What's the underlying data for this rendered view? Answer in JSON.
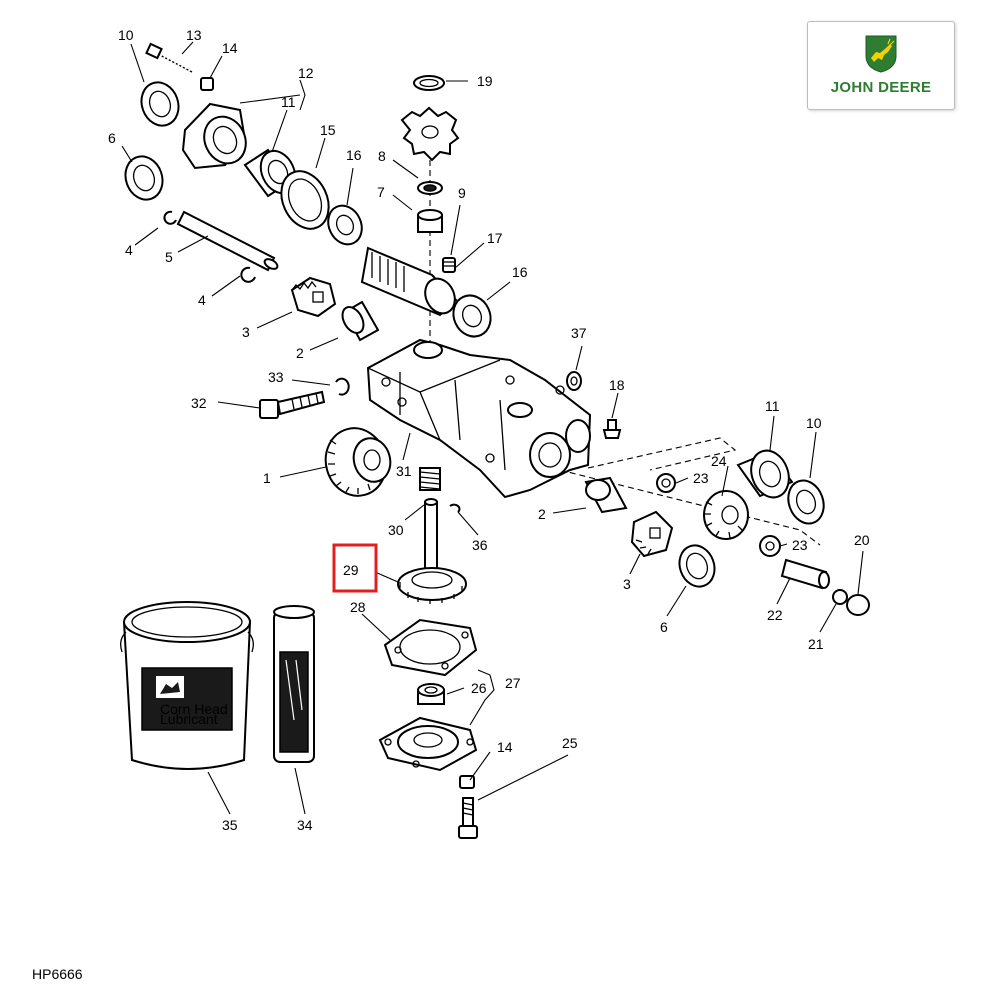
{
  "logo": {
    "brand_text": "JOHN DEERE",
    "brand_color": "#2e7d32",
    "accent_color": "#f5d000"
  },
  "figure_code": "HP6666",
  "highlight": {
    "callout": "29",
    "color": "#e02020"
  },
  "callouts": {
    "c10a": "10",
    "c13": "13",
    "c14a": "14",
    "c12": "12",
    "c11a": "11",
    "c15": "15",
    "c16a": "16",
    "c6a": "6",
    "c4a": "4",
    "c5": "5",
    "c4b": "4",
    "c3a": "3",
    "c2a": "2",
    "c19": "19",
    "c8": "8",
    "c7": "7",
    "c9": "9",
    "c17": "17",
    "c16b": "16",
    "c37": "37",
    "c33": "33",
    "c32": "32",
    "c18": "18",
    "c1": "1",
    "c31": "31",
    "c11b": "11",
    "c10b": "10",
    "c24": "24",
    "c23a": "23",
    "c23b": "23",
    "c2b": "2",
    "c30": "30",
    "c36": "36",
    "c3b": "3",
    "c6b": "6",
    "c22": "22",
    "c20": "20",
    "c21": "21",
    "c29": "29",
    "c28": "28",
    "c26": "26",
    "c27": "27",
    "c14b": "14",
    "c25": "25",
    "c35": "35",
    "c34": "34"
  },
  "product_labels": {
    "pail_text_1": "Corn Head",
    "pail_text_2": "Lubricant"
  }
}
